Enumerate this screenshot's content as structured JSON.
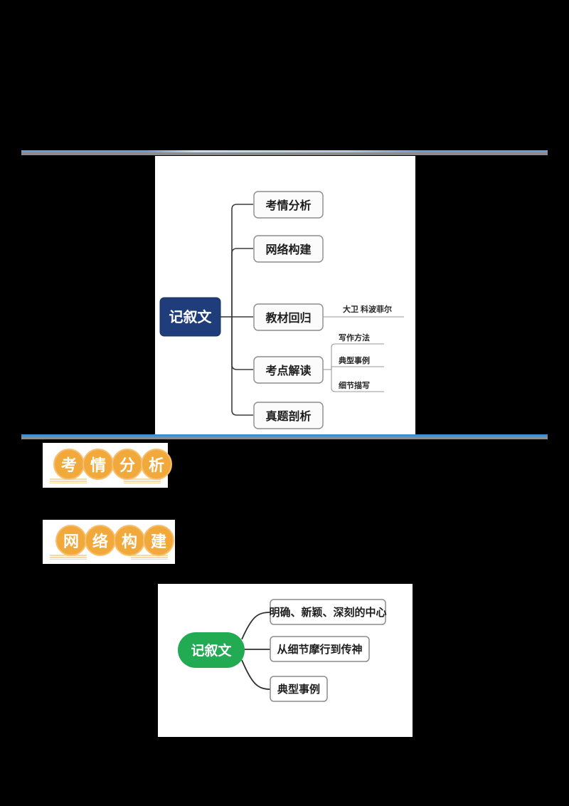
{
  "page": {
    "background_color": "#000000",
    "panel_color": "#ffffff"
  },
  "dividers": [
    {
      "name": "top-divider",
      "rule_color": "#6f9ccb",
      "band_color": "#8c8c8c"
    },
    {
      "name": "bottom-divider",
      "rule_color": "#3f8ed0",
      "band_color": "#8c8c8c"
    }
  ],
  "mindmap_top": {
    "root": {
      "label": "记叙文",
      "fill": "#1f3d7a",
      "text_color": "#ffffff"
    },
    "branches": [
      {
        "label": "考情分析",
        "children": []
      },
      {
        "label": "网络构建",
        "children": []
      },
      {
        "label": "教材回归",
        "children": [
          "大卫  科波菲尔"
        ]
      },
      {
        "label": "考点解读",
        "children": [
          "写作方法",
          "典型事例",
          "细节描写"
        ]
      },
      {
        "label": "真题剖析",
        "children": []
      }
    ],
    "node_border_color": "#8c8c8c",
    "node_fill": "#fbfbfb",
    "connector_color": "#3c3c3c"
  },
  "badges": [
    {
      "name": "badge-kaoqing-fenxi",
      "text": "考情分析",
      "chars": [
        "考",
        "情",
        "分",
        "析"
      ],
      "circle_color": "#f2a93b",
      "text_color": "#ffffff"
    },
    {
      "name": "badge-wangluo-goujian",
      "text": "网络构建",
      "chars": [
        "网",
        "络",
        "构",
        "建"
      ],
      "circle_color": "#f2a93b",
      "text_color": "#ffffff"
    }
  ],
  "mindmap_bottom": {
    "root": {
      "label": "记叙文",
      "fill": "#22ab52",
      "text_color": "#ffffff"
    },
    "branches": [
      {
        "label": "明确、新颖、深刻的中心"
      },
      {
        "label": "从细节摩行到传神"
      },
      {
        "label": "典型事例"
      }
    ],
    "node_border_color": "#8c8c8c",
    "node_fill": "#ffffff",
    "connector_color": "#2f2f2f"
  }
}
